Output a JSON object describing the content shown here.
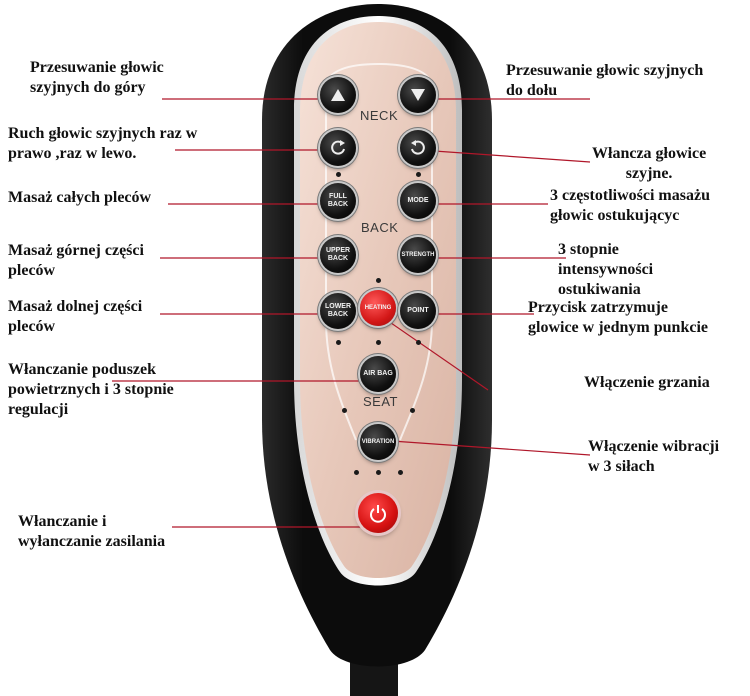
{
  "colors": {
    "leader": "#b0172a",
    "body": "#141414",
    "panel": "#e9cfc3",
    "button": "#111111",
    "accent": "#d31717"
  },
  "remote": {
    "sections": {
      "neck": "NECK",
      "back": "BACK",
      "seat": "SEAT"
    },
    "buttons": {
      "up": {
        "icon": "triangle-up-icon"
      },
      "down": {
        "icon": "triangle-down-icon"
      },
      "roll_left": {
        "icon": "rotate-left-icon"
      },
      "roll_right": {
        "icon": "rotate-right-icon"
      },
      "full_back": "FULL\nBACK",
      "mode": "MODE",
      "upper_back": "UPPER\nBACK",
      "strength": "STRENGTH",
      "lower_back": "LOWER\nBACK",
      "heating": "HEATING",
      "point": "POINT",
      "air_bag": "AIR BAG",
      "vibration": "VIBRATION",
      "power": {
        "icon": "power-icon"
      }
    }
  },
  "labels": {
    "move_up": "Przesuwanie głowic\nszyjnych do góry",
    "move_down": "Przesuwanie głowic szyjnych\ndo dołu",
    "left_right": "Ruch głowic szyjnych raz w\nprawo ,raz w lewo.",
    "neck_on": "Włancza głowice\nszyjne.",
    "full_back": "Masaż całych pleców",
    "freq": "3 częstotliwości masażu\ngłowic ostukującyc",
    "upper_back": "Masaż górnej części\npleców",
    "strength": "3 stopnie\nintensywności\nostukiwania",
    "lower_back": "Masaż dolnej części\npleców",
    "point": "Przycisk zatrzymuje\nglowice w jednym punkcie",
    "airbag": "Włanczanie poduszek\npowietrznych i 3 stopnie\nregulacji",
    "heating": "Włączenie grzania",
    "vibration": "Włączenie wibracji\nw 3 siłach",
    "power": "Włanczanie i\nwyłanczanie zasilania"
  }
}
